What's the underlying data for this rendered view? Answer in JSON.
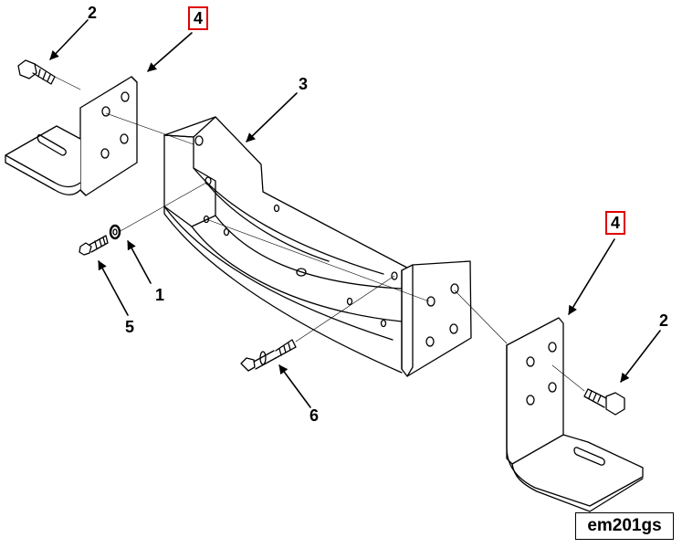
{
  "callouts": {
    "c1": "1",
    "c2_left": "2",
    "c2_right": "2",
    "c3": "3",
    "c4_left": "4",
    "c4_right": "4",
    "c5": "5",
    "c6": "6"
  },
  "highlight_color": "#e00000",
  "figure_id": "em201gs"
}
